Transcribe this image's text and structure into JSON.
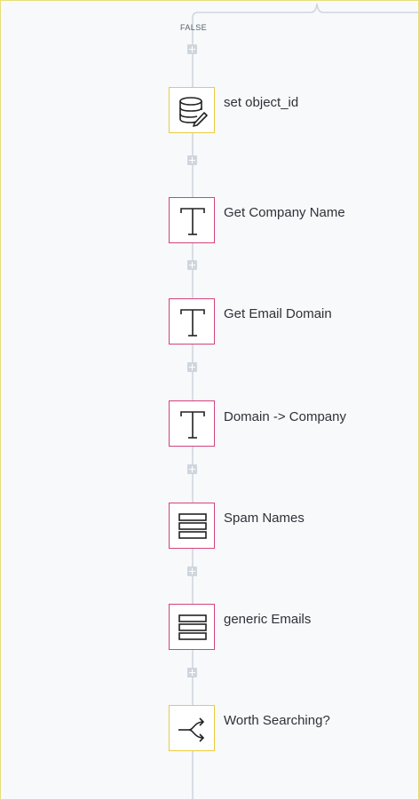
{
  "branch": {
    "label": "FALSE"
  },
  "nodes": [
    {
      "label": "set object_id",
      "icon": "database-edit-icon",
      "accent": "#eccb3b"
    },
    {
      "label": "Get Company Name",
      "icon": "text-t-icon",
      "accent": "#d4427a"
    },
    {
      "label": "Get Email Domain",
      "icon": "text-t-icon",
      "accent": "#d4427a"
    },
    {
      "label": "Domain -> Company",
      "icon": "text-t-icon",
      "accent": "#d4427a"
    },
    {
      "label": "Spam Names",
      "icon": "list-rows-icon",
      "accent": "#d4427a"
    },
    {
      "label": "generic Emails",
      "icon": "list-rows-icon",
      "accent": "#d4427a"
    },
    {
      "label": "Worth Searching?",
      "icon": "branch-split-icon",
      "accent": "#eccb3b"
    }
  ]
}
